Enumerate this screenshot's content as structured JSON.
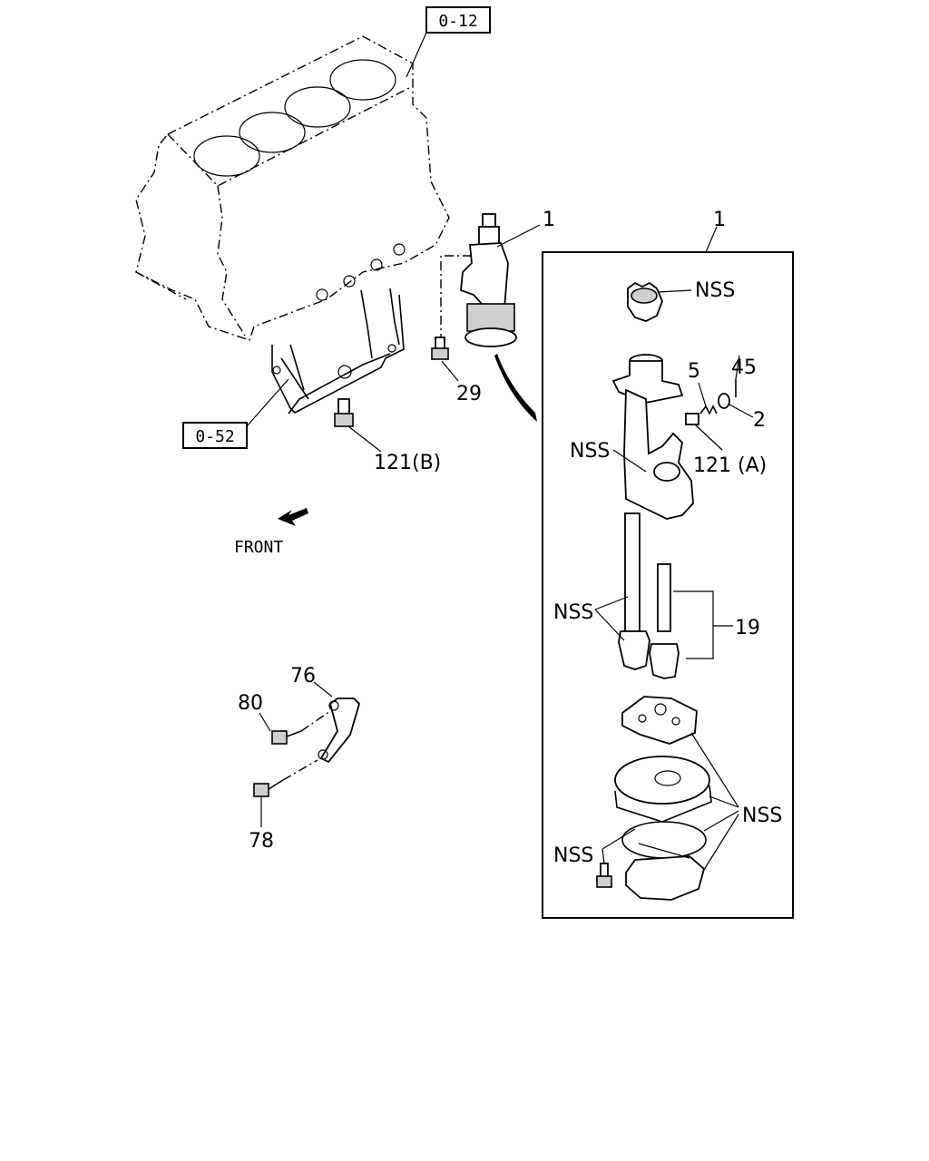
{
  "refs": {
    "engine_block": "0-12",
    "oil_pan_rail": "0-52"
  },
  "callouts": {
    "pump_top": "1",
    "detail_box": "1",
    "bolt_29": "29",
    "bolt_121b": "121(B)",
    "nss_gear_top": "NSS",
    "pin_45": "45",
    "spring_5": "5",
    "plug_2": "2",
    "plug_121a": "121 (A)",
    "nss_body": "NSS",
    "nss_shaft": "NSS",
    "shaft_19": "19",
    "nss_cover": "NSS",
    "nss_bolt": "NSS",
    "bracket_76": "76",
    "bolt_80": "80",
    "bolt_78": "78"
  },
  "front_label": "FRONT"
}
